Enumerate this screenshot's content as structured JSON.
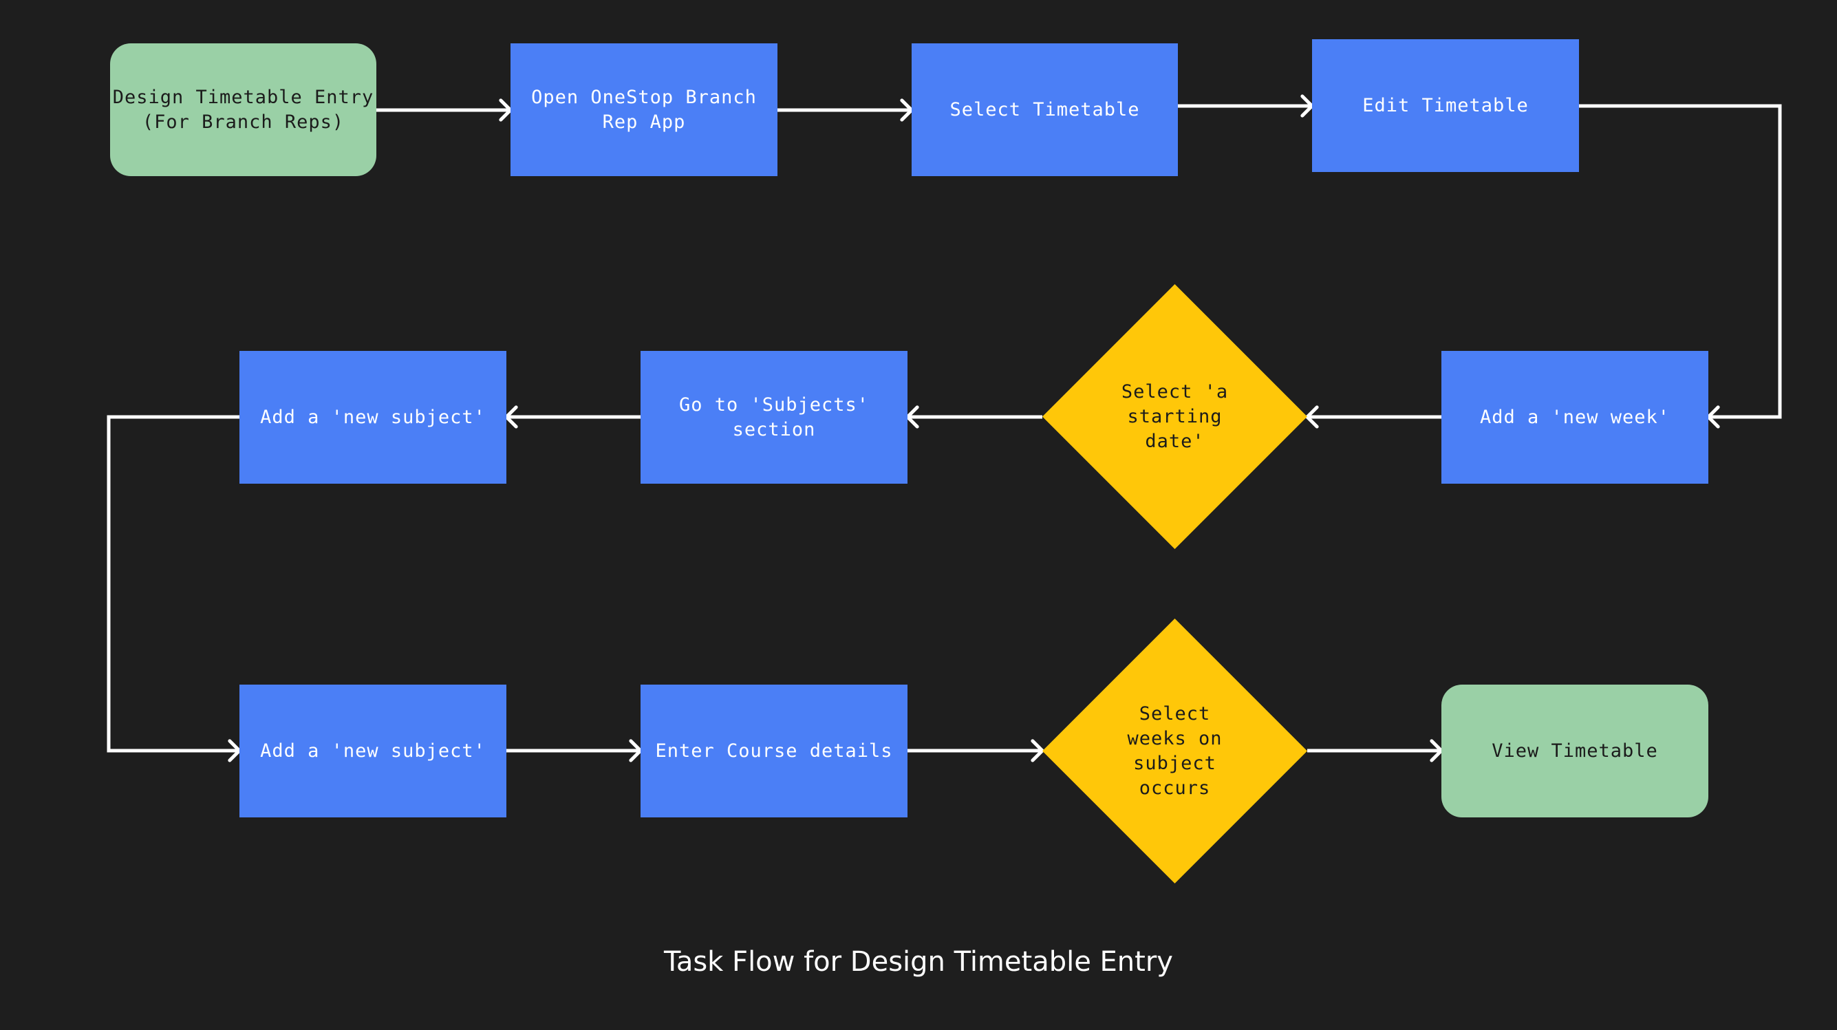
{
  "colors": {
    "background": "#1e1e1e",
    "process": "#4b7ff6",
    "terminal": "#9ad0a6",
    "decision": "#ffc709",
    "connector": "#ffffff"
  },
  "nodes": [
    {
      "id": "design-timetable-entry",
      "type": "terminal",
      "label": "Design Timetable Entry\n(For Branch Reps)"
    },
    {
      "id": "open-onestop-app",
      "type": "process",
      "label": "Open OneStop Branch\nRep App"
    },
    {
      "id": "select-timetable",
      "type": "process",
      "label": "Select Timetable"
    },
    {
      "id": "edit-timetable",
      "type": "process",
      "label": "Edit Timetable"
    },
    {
      "id": "add-new-week",
      "type": "process",
      "label": "Add a 'new week'"
    },
    {
      "id": "select-starting-date",
      "type": "decision",
      "label": "Select 'a\nstarting\ndate'"
    },
    {
      "id": "go-to-subjects",
      "type": "process",
      "label": "Go to 'Subjects'\nsection"
    },
    {
      "id": "add-new-subject-1",
      "type": "process",
      "label": "Add a 'new subject'"
    },
    {
      "id": "add-new-subject-2",
      "type": "process",
      "label": "Add a 'new subject'"
    },
    {
      "id": "enter-course-details",
      "type": "process",
      "label": "Enter Course details"
    },
    {
      "id": "select-weeks",
      "type": "decision",
      "label": "Select\nweeks on\nsubject\noccurs"
    },
    {
      "id": "view-timetable",
      "type": "terminal",
      "label": "View Timetable"
    }
  ],
  "edges": [
    {
      "from": "design-timetable-entry",
      "to": "open-onestop-app"
    },
    {
      "from": "open-onestop-app",
      "to": "select-timetable"
    },
    {
      "from": "select-timetable",
      "to": "edit-timetable"
    },
    {
      "from": "edit-timetable",
      "to": "add-new-week"
    },
    {
      "from": "add-new-week",
      "to": "select-starting-date"
    },
    {
      "from": "select-starting-date",
      "to": "go-to-subjects"
    },
    {
      "from": "go-to-subjects",
      "to": "add-new-subject-1"
    },
    {
      "from": "add-new-subject-1",
      "to": "add-new-subject-2"
    },
    {
      "from": "add-new-subject-2",
      "to": "enter-course-details"
    },
    {
      "from": "enter-course-details",
      "to": "select-weeks"
    },
    {
      "from": "select-weeks",
      "to": "view-timetable"
    }
  ],
  "caption": "Task Flow for Design Timetable Entry"
}
